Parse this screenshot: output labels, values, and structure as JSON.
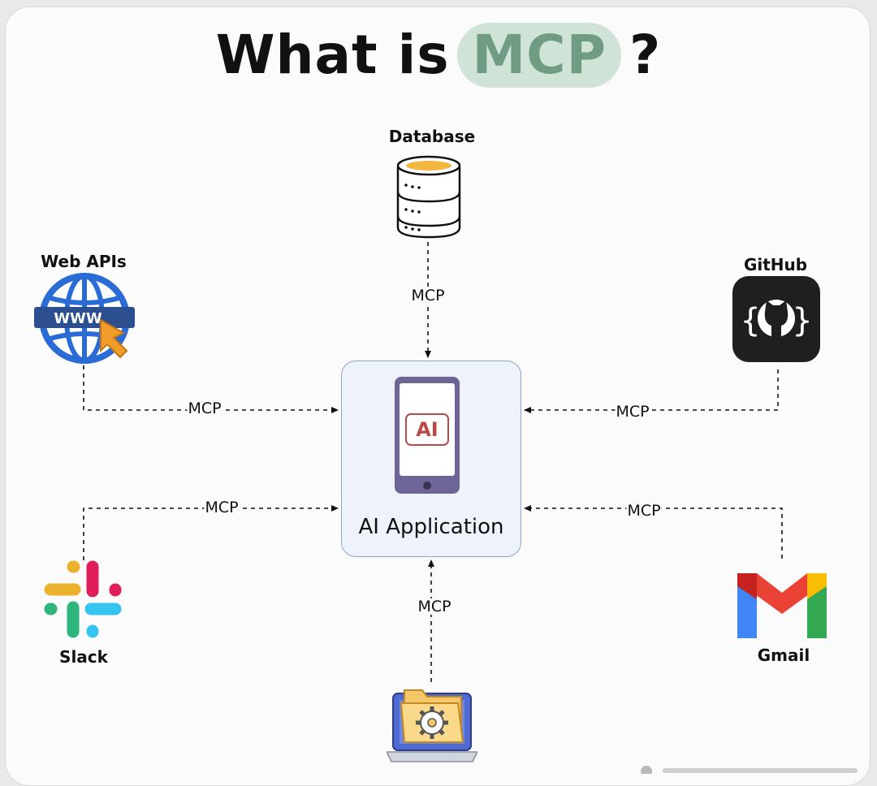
{
  "title": {
    "prefix": "What is",
    "highlight": "MCP",
    "suffix": "?"
  },
  "center": {
    "label": "AI Application",
    "badge": "AI"
  },
  "nodes": {
    "database": "Database",
    "web_apis": "Web APIs",
    "github": "GitHub",
    "slack": "Slack",
    "gmail": "Gmail"
  },
  "connections": {
    "database": "MCP",
    "web_apis": "MCP",
    "github": "MCP",
    "slack": "MCP",
    "gmail": "MCP",
    "local_files": "MCP"
  },
  "colors": {
    "highlight_bg": "#cfe4d7",
    "highlight_text": "#6f9c82",
    "center_bg": "#eef3fb",
    "center_border": "#8ea6c8",
    "phone": "#6e6596",
    "ai_badge": "#b94a48",
    "database_top": "#f2b741",
    "github_bg": "#1f1f1f",
    "globe": "#2a6bd6",
    "cursor": "#f29c2b",
    "slack_blue": "#36c5f0",
    "slack_green": "#2eb67d",
    "slack_red": "#e01e5a",
    "slack_yellow": "#ecb22e",
    "gmail_red": "#ea4335"
  },
  "icons": [
    "database-icon",
    "globe-icon",
    "cursor-icon",
    "github-icon",
    "phone-icon",
    "slack-icon",
    "gmail-icon",
    "laptop-icon",
    "folder-icon",
    "gear-icon"
  ]
}
